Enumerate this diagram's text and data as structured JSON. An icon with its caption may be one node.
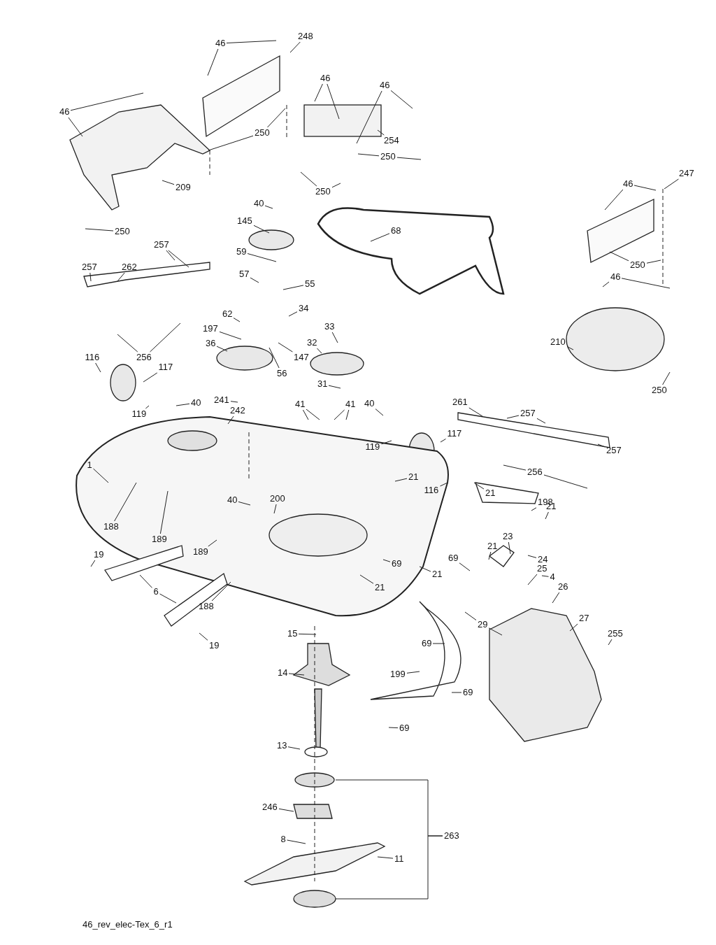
{
  "diagram": {
    "caption": "46_rev_elec-Tex_6_r1",
    "nodes": [
      {
        "text": [
          "46"
        ]
      },
      {
        "text": [
          "248"
        ]
      },
      {
        "text": [
          "46"
        ]
      },
      {
        "text": [
          "46"
        ]
      },
      {
        "text": [
          "46"
        ]
      },
      {
        "text": [
          "250"
        ]
      },
      {
        "text": [
          "254"
        ]
      },
      {
        "text": [
          "250"
        ]
      },
      {
        "text": [
          "209"
        ]
      },
      {
        "text": [
          "250"
        ]
      },
      {
        "text": [
          "247"
        ]
      },
      {
        "text": [
          "46"
        ]
      },
      {
        "text": [
          "40"
        ]
      },
      {
        "text": [
          "145"
        ]
      },
      {
        "text": [
          "68"
        ]
      },
      {
        "text": [
          "250"
        ]
      },
      {
        "text": [
          "257"
        ]
      },
      {
        "text": [
          "59"
        ]
      },
      {
        "text": [
          "250"
        ]
      },
      {
        "text": [
          "257"
        ]
      },
      {
        "text": [
          "262"
        ]
      },
      {
        "text": [
          "57"
        ]
      },
      {
        "text": [
          "46"
        ]
      },
      {
        "text": [
          "55"
        ]
      },
      {
        "text": [
          "34"
        ]
      },
      {
        "text": [
          "62"
        ]
      },
      {
        "text": [
          "33"
        ]
      },
      {
        "text": [
          "197"
        ]
      },
      {
        "text": [
          "210"
        ]
      },
      {
        "text": [
          "36"
        ]
      },
      {
        "text": [
          "32"
        ]
      },
      {
        "text": [
          "147"
        ]
      },
      {
        "text": [
          "256"
        ]
      },
      {
        "text": [
          "116"
        ]
      },
      {
        "text": [
          "117"
        ]
      },
      {
        "text": [
          "56"
        ]
      },
      {
        "text": [
          "31"
        ]
      },
      {
        "text": [
          "250"
        ]
      },
      {
        "text": [
          "241"
        ]
      },
      {
        "text": [
          "40"
        ]
      },
      {
        "text": [
          "261"
        ]
      },
      {
        "text": [
          "41"
        ]
      },
      {
        "text": [
          "41"
        ]
      },
      {
        "text": [
          "40"
        ]
      },
      {
        "text": [
          "242"
        ]
      },
      {
        "text": [
          "257"
        ]
      },
      {
        "text": [
          "119"
        ]
      },
      {
        "text": [
          "117"
        ]
      },
      {
        "text": [
          "119"
        ]
      },
      {
        "text": [
          "257"
        ]
      },
      {
        "text": [
          "1"
        ]
      },
      {
        "text": [
          "256"
        ]
      },
      {
        "text": [
          "21"
        ]
      },
      {
        "text": [
          "116"
        ]
      },
      {
        "text": [
          "21"
        ]
      },
      {
        "text": [
          "200"
        ]
      },
      {
        "text": [
          "40"
        ]
      },
      {
        "text": [
          "198"
        ]
      },
      {
        "text": [
          "21"
        ]
      },
      {
        "text": [
          "188"
        ]
      },
      {
        "text": [
          "23"
        ]
      },
      {
        "text": [
          "189"
        ]
      },
      {
        "text": [
          "21"
        ]
      },
      {
        "text": [
          "189"
        ]
      },
      {
        "text": [
          "19"
        ]
      },
      {
        "text": [
          "69"
        ]
      },
      {
        "text": [
          "24"
        ]
      },
      {
        "text": [
          "69"
        ]
      },
      {
        "text": [
          "25"
        ]
      },
      {
        "text": [
          "21"
        ]
      },
      {
        "text": [
          "4"
        ]
      },
      {
        "text": [
          "26"
        ]
      },
      {
        "text": [
          "21"
        ]
      },
      {
        "text": [
          "6"
        ]
      },
      {
        "text": [
          "188"
        ]
      },
      {
        "text": [
          "27"
        ]
      },
      {
        "text": [
          "29"
        ]
      },
      {
        "text": [
          "15"
        ]
      },
      {
        "text": [
          "255"
        ]
      },
      {
        "text": [
          "69"
        ]
      },
      {
        "text": [
          "19"
        ]
      },
      {
        "text": [
          "14"
        ]
      },
      {
        "text": [
          "199"
        ]
      },
      {
        "text": [
          "69"
        ]
      },
      {
        "text": [
          "69"
        ]
      },
      {
        "text": [
          "13"
        ]
      },
      {
        "text": [
          "246"
        ]
      },
      {
        "text": [
          "263"
        ]
      },
      {
        "text": [
          "8"
        ]
      },
      {
        "text": [
          "11"
        ]
      }
    ],
    "edges": [
      {
        "from": 0,
        "to": null,
        "arrow": "none"
      },
      {
        "from": 0,
        "to": null,
        "arrow": "none"
      },
      {
        "from": 1,
        "to": null,
        "arrow": "none"
      },
      {
        "from": 2,
        "to": null,
        "arrow": "none"
      },
      {
        "from": 2,
        "to": null,
        "arrow": "none"
      },
      {
        "from": 3,
        "to": null,
        "arrow": "none"
      },
      {
        "from": 3,
        "to": null,
        "arrow": "none"
      },
      {
        "from": 4,
        "to": null,
        "arrow": "none"
      },
      {
        "from": 4,
        "to": null,
        "arrow": "none"
      },
      {
        "from": 5,
        "to": null,
        "arrow": "none"
      },
      {
        "from": 5,
        "to": null,
        "arrow": "none"
      },
      {
        "from": 6,
        "to": null,
        "arrow": "none"
      },
      {
        "from": 7,
        "to": null,
        "arrow": "none"
      },
      {
        "from": 7,
        "to": null,
        "arrow": "none"
      },
      {
        "from": 8,
        "to": null,
        "arrow": "none"
      },
      {
        "from": 9,
        "to": null,
        "arrow": "none"
      },
      {
        "from": 9,
        "to": null,
        "arrow": "none"
      },
      {
        "from": 10,
        "to": null,
        "arrow": "none"
      },
      {
        "from": 11,
        "to": null,
        "arrow": "none"
      },
      {
        "from": 11,
        "to": null,
        "arrow": "none"
      },
      {
        "from": 12,
        "to": null,
        "arrow": "none"
      },
      {
        "from": 13,
        "to": null,
        "arrow": "none"
      },
      {
        "from": 14,
        "to": null,
        "arrow": "none"
      },
      {
        "from": 15,
        "to": null,
        "arrow": "none"
      },
      {
        "from": 16,
        "to": null,
        "arrow": "none"
      },
      {
        "from": 16,
        "to": null,
        "arrow": "none"
      },
      {
        "from": 17,
        "to": null,
        "arrow": "none"
      },
      {
        "from": 18,
        "to": null,
        "arrow": "none"
      },
      {
        "from": 18,
        "to": null,
        "arrow": "none"
      },
      {
        "from": 19,
        "to": null,
        "arrow": "none"
      },
      {
        "from": 20,
        "to": null,
        "arrow": "none"
      },
      {
        "from": 21,
        "to": null,
        "arrow": "none"
      },
      {
        "from": 22,
        "to": null,
        "arrow": "none"
      },
      {
        "from": 22,
        "to": null,
        "arrow": "none"
      },
      {
        "from": 23,
        "to": null,
        "arrow": "none"
      },
      {
        "from": 24,
        "to": null,
        "arrow": "none"
      },
      {
        "from": 25,
        "to": null,
        "arrow": "none"
      },
      {
        "from": 26,
        "to": null,
        "arrow": "none"
      },
      {
        "from": 27,
        "to": null,
        "arrow": "none"
      },
      {
        "from": 28,
        "to": null,
        "arrow": "none"
      },
      {
        "from": 29,
        "to": null,
        "arrow": "none"
      },
      {
        "from": 30,
        "to": null,
        "arrow": "none"
      },
      {
        "from": 31,
        "to": null,
        "arrow": "none"
      },
      {
        "from": 32,
        "to": null,
        "arrow": "none"
      },
      {
        "from": 32,
        "to": null,
        "arrow": "none"
      },
      {
        "from": 33,
        "to": null,
        "arrow": "none"
      },
      {
        "from": 34,
        "to": null,
        "arrow": "none"
      },
      {
        "from": 35,
        "to": null,
        "arrow": "none"
      },
      {
        "from": 36,
        "to": null,
        "arrow": "none"
      },
      {
        "from": 37,
        "to": null,
        "arrow": "none"
      },
      {
        "from": 38,
        "to": null,
        "arrow": "none"
      },
      {
        "from": 39,
        "to": null,
        "arrow": "none"
      },
      {
        "from": 40,
        "to": null,
        "arrow": "none"
      },
      {
        "from": 41,
        "to": null,
        "arrow": "none"
      },
      {
        "from": 41,
        "to": null,
        "arrow": "none"
      },
      {
        "from": 42,
        "to": null,
        "arrow": "none"
      },
      {
        "from": 42,
        "to": null,
        "arrow": "none"
      },
      {
        "from": 43,
        "to": null,
        "arrow": "none"
      },
      {
        "from": 44,
        "to": null,
        "arrow": "none"
      },
      {
        "from": 45,
        "to": null,
        "arrow": "none"
      },
      {
        "from": 45,
        "to": null,
        "arrow": "none"
      },
      {
        "from": 46,
        "to": null,
        "arrow": "none"
      },
      {
        "from": 47,
        "to": null,
        "arrow": "none"
      },
      {
        "from": 48,
        "to": null,
        "arrow": "none"
      },
      {
        "from": 49,
        "to": null,
        "arrow": "none"
      },
      {
        "from": 50,
        "to": null,
        "arrow": "none"
      },
      {
        "from": 51,
        "to": null,
        "arrow": "none"
      },
      {
        "from": 51,
        "to": null,
        "arrow": "none"
      },
      {
        "from": 52,
        "to": null,
        "arrow": "none"
      },
      {
        "from": 53,
        "to": null,
        "arrow": "none"
      },
      {
        "from": 54,
        "to": null,
        "arrow": "none"
      },
      {
        "from": 55,
        "to": null,
        "arrow": "none"
      },
      {
        "from": 56,
        "to": null,
        "arrow": "none"
      },
      {
        "from": 57,
        "to": null,
        "arrow": "none"
      },
      {
        "from": 58,
        "to": null,
        "arrow": "none"
      },
      {
        "from": 59,
        "to": null,
        "arrow": "none"
      },
      {
        "from": 60,
        "to": null,
        "arrow": "none"
      },
      {
        "from": 61,
        "to": null,
        "arrow": "none"
      },
      {
        "from": 62,
        "to": null,
        "arrow": "none"
      },
      {
        "from": 63,
        "to": null,
        "arrow": "none"
      },
      {
        "from": 64,
        "to": null,
        "arrow": "none"
      },
      {
        "from": 65,
        "to": null,
        "arrow": "none"
      },
      {
        "from": 66,
        "to": null,
        "arrow": "none"
      },
      {
        "from": 67,
        "to": null,
        "arrow": "none"
      },
      {
        "from": 68,
        "to": null,
        "arrow": "none"
      },
      {
        "from": 69,
        "to": null,
        "arrow": "none"
      },
      {
        "from": 70,
        "to": null,
        "arrow": "none"
      },
      {
        "from": 71,
        "to": null,
        "arrow": "none"
      },
      {
        "from": 72,
        "to": null,
        "arrow": "none"
      },
      {
        "from": 73,
        "to": null,
        "arrow": "none"
      },
      {
        "from": 73,
        "to": null,
        "arrow": "none"
      },
      {
        "from": 74,
        "to": null,
        "arrow": "none"
      },
      {
        "from": 75,
        "to": null,
        "arrow": "none"
      },
      {
        "from": 76,
        "to": null,
        "arrow": "none"
      },
      {
        "from": 76,
        "to": null,
        "arrow": "none"
      },
      {
        "from": 77,
        "to": null,
        "arrow": "none"
      },
      {
        "from": 78,
        "to": null,
        "arrow": "none"
      },
      {
        "from": 79,
        "to": null,
        "arrow": "none"
      },
      {
        "from": 80,
        "to": null,
        "arrow": "none"
      },
      {
        "from": 81,
        "to": null,
        "arrow": "none"
      },
      {
        "from": 82,
        "to": null,
        "arrow": "none"
      },
      {
        "from": 83,
        "to": null,
        "arrow": "none"
      },
      {
        "from": 84,
        "to": null,
        "arrow": "none"
      },
      {
        "from": 85,
        "to": null,
        "arrow": "none"
      },
      {
        "from": 86,
        "to": null,
        "arrow": "none"
      },
      {
        "from": 87,
        "to": null,
        "arrow": "none"
      },
      {
        "from": 87,
        "to": null,
        "arrow": "none"
      },
      {
        "from": 88,
        "to": null,
        "arrow": "none"
      },
      {
        "from": 89,
        "to": null,
        "arrow": "none"
      }
    ]
  }
}
